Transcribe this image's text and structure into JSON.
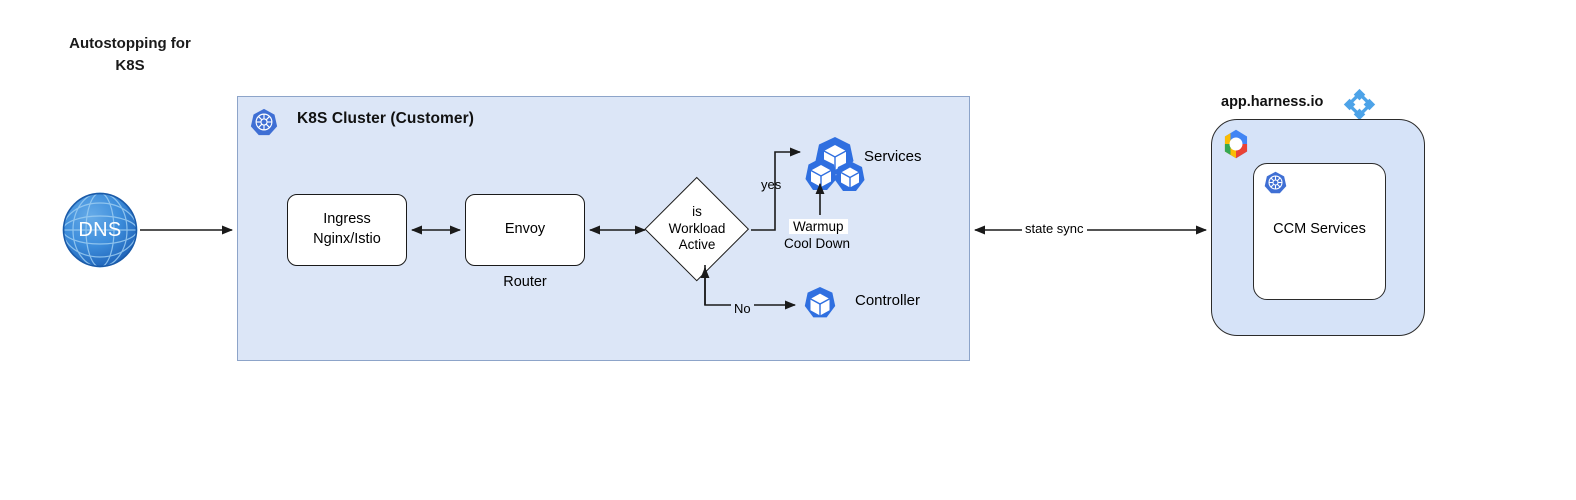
{
  "diagram": {
    "title": "Autostopping for\nK8S",
    "background_color": "#ffffff"
  },
  "cluster": {
    "title": "K8S Cluster (Customer)",
    "icon": "kubernetes-icon",
    "fill_color": "#dce6f7",
    "border_color": "#8da4c9"
  },
  "nodes": {
    "dns": {
      "label": "DNS",
      "icon": "globe-icon",
      "color": "#2f7fd1"
    },
    "ingress": {
      "label": "Ingress\nNginx/Istio"
    },
    "envoy": {
      "label": "Envoy",
      "sublabel": "Router"
    },
    "decision": {
      "label": "is\nWorkload\nActive"
    },
    "services": {
      "label": "Services",
      "icon": "kubernetes-pods-icon",
      "color": "#326ce5"
    },
    "controller": {
      "label": "Controller",
      "icon": "kubernetes-pod-icon",
      "color": "#326ce5"
    }
  },
  "edges": {
    "yes": "yes",
    "no": "No",
    "warmup": "Warmup",
    "cooldown": "Cool Down",
    "state_sync": "state sync"
  },
  "harness": {
    "label": "app.harness.io",
    "logo_icon": "harness-logo-icon",
    "logo_color": "#4da3e8",
    "cloud_icon": "google-cloud-icon",
    "panel_fill": "#d6e3f8",
    "inner": {
      "label": "CCM Services",
      "icon": "kubernetes-icon"
    }
  }
}
